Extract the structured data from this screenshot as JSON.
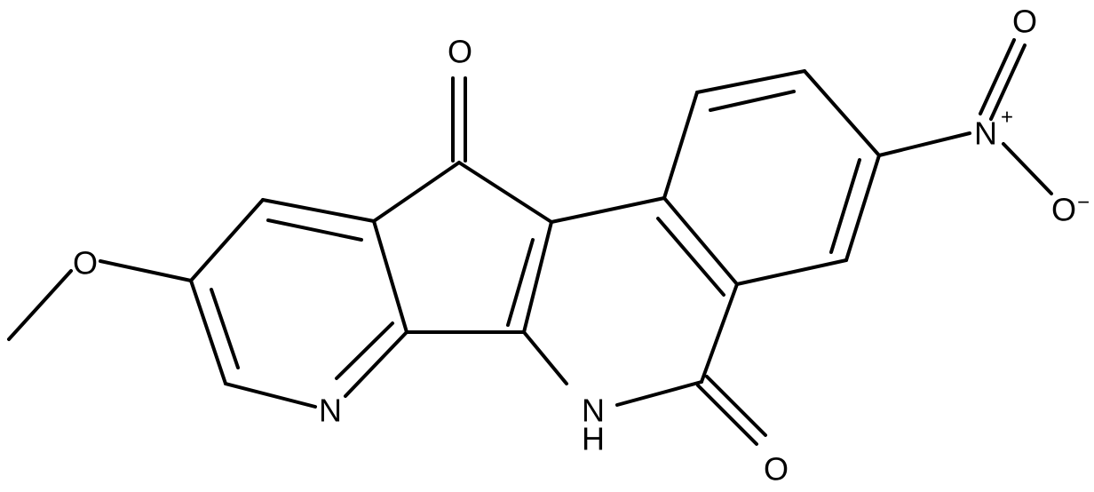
{
  "molecule": {
    "atoms": {
      "o_ketone": "O",
      "o_amide": "O",
      "o_methoxy": "O",
      "n_pyridine": "N",
      "nh_n": "N",
      "nh_h": "H",
      "n_nitro": "N",
      "n_nitro_charge": "+",
      "o_nitro_top": "O",
      "o_nitro_bottom": "O",
      "o_nitro_charge": "−"
    },
    "colors": {
      "bond": "#000000",
      "background": "#ffffff"
    }
  }
}
